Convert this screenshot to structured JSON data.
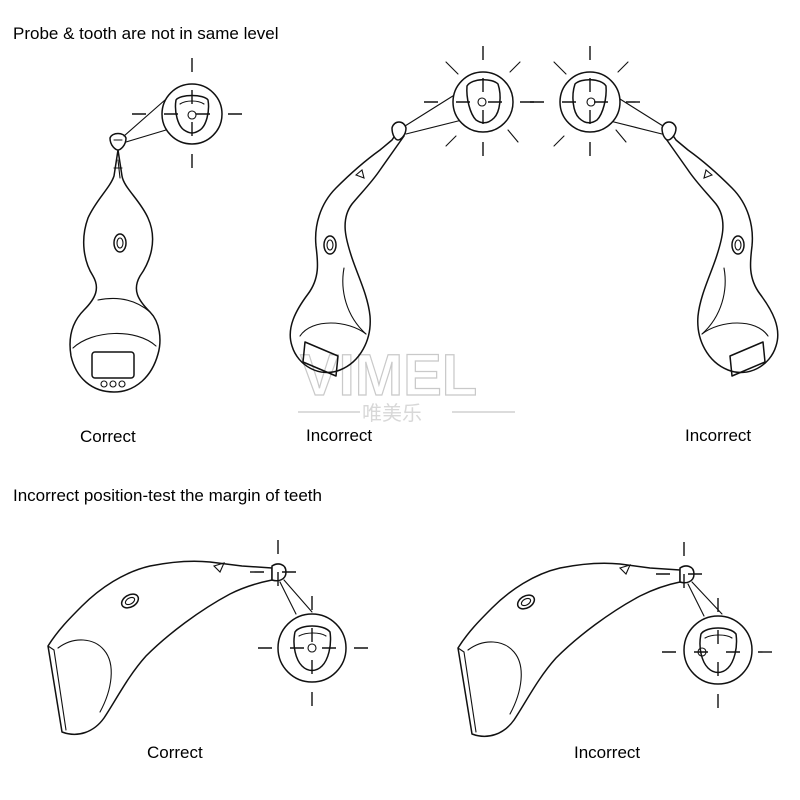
{
  "headings": {
    "top": "Probe & tooth are not in same level",
    "bottom": "Incorrect position-test the margin of teeth"
  },
  "captions": {
    "top_left": "Correct",
    "top_middle": "Incorrect",
    "top_right": "Incorrect",
    "bottom_left": "Correct",
    "bottom_right": "Incorrect"
  },
  "watermark": {
    "brand": "VIMEL",
    "chinese": "唯美乐"
  }
}
